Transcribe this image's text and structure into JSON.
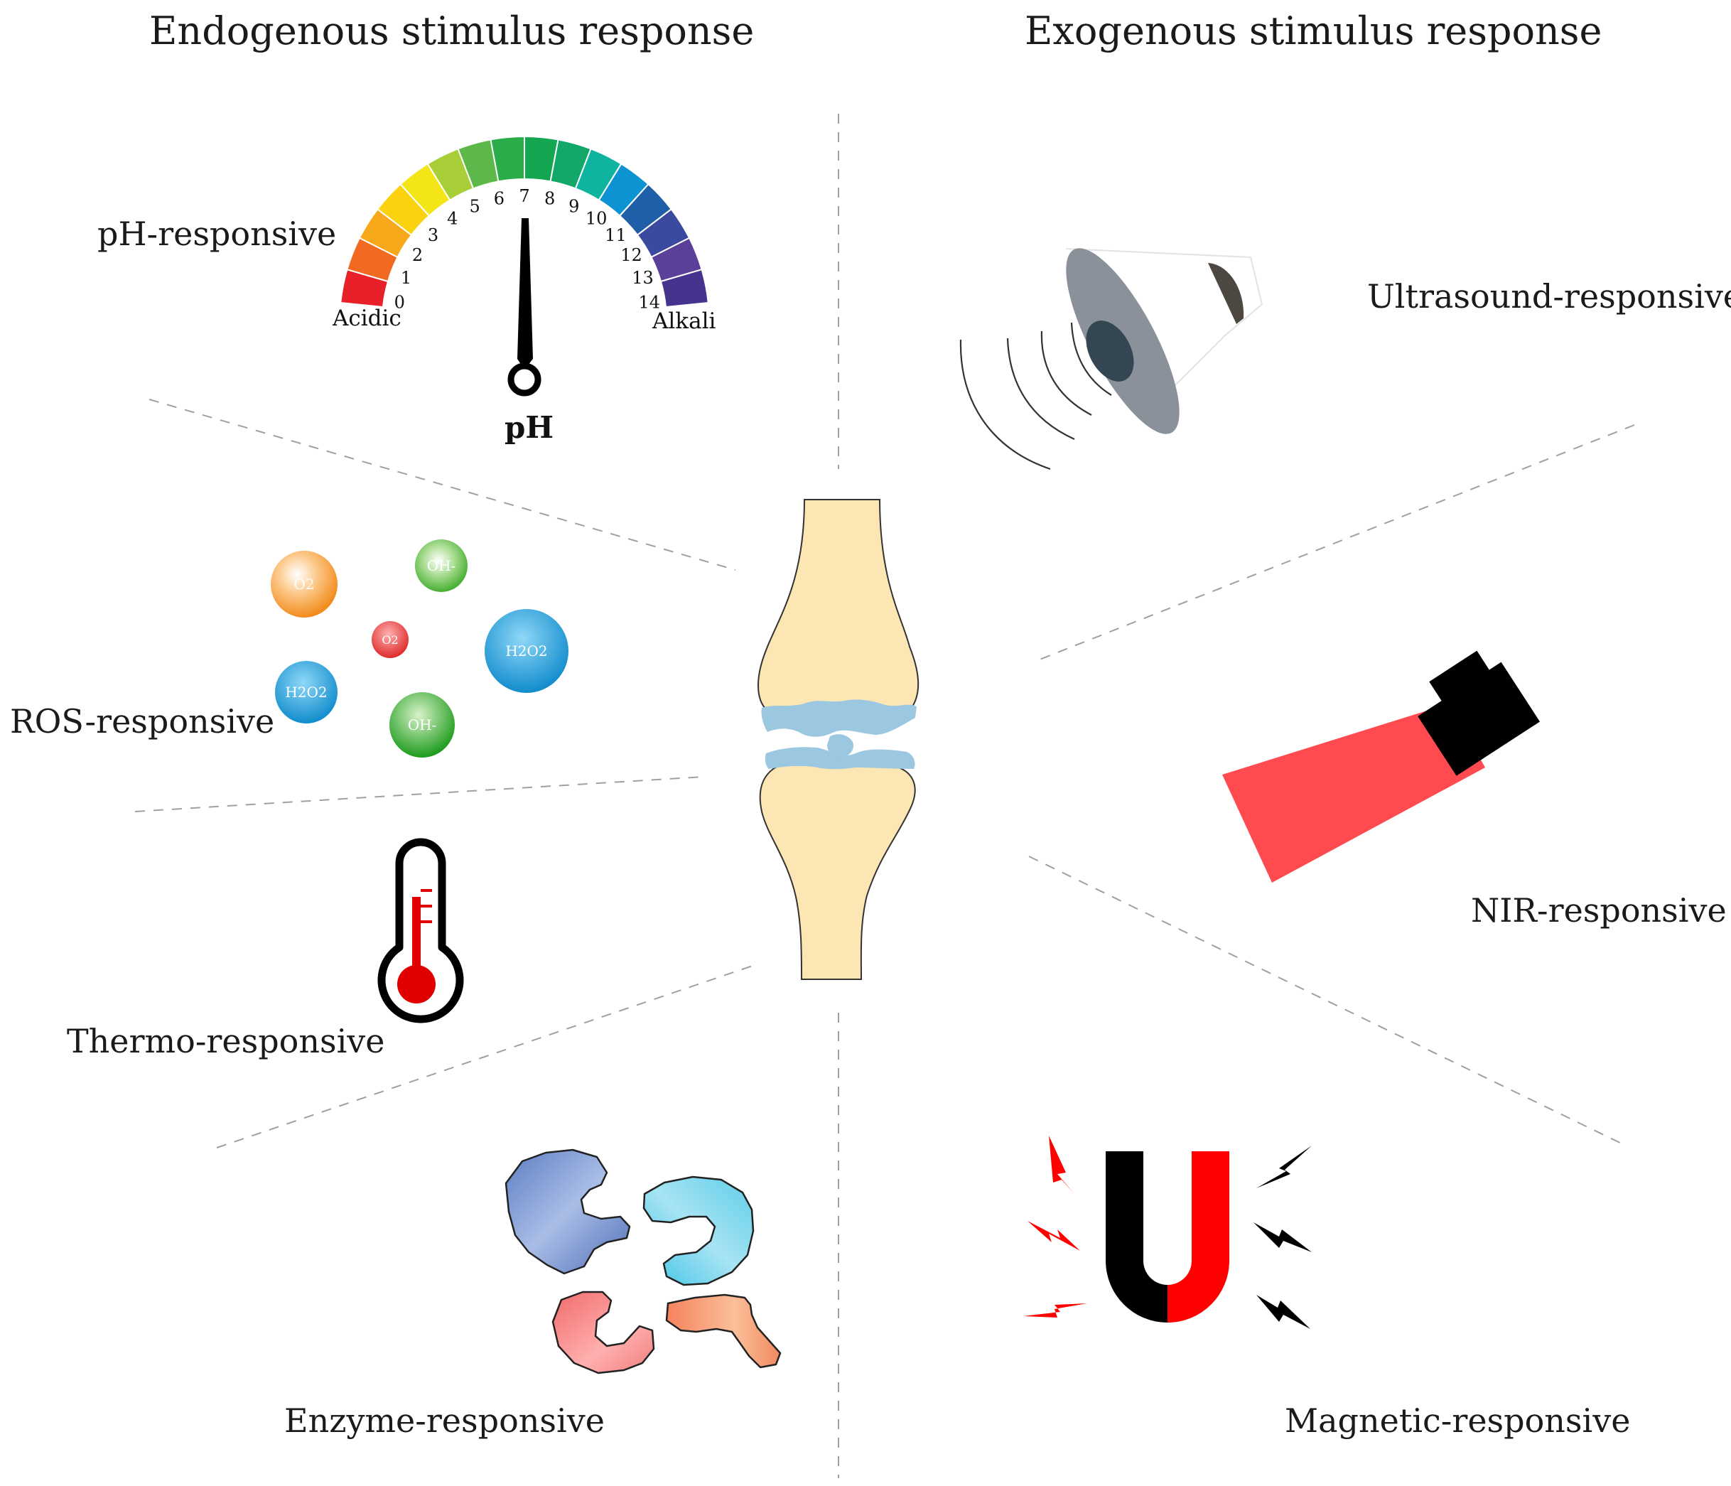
{
  "headers": {
    "endogenous": "Endogenous stimulus response",
    "exogenous": "Exogenous stimulus response"
  },
  "categories": {
    "ph": "pH-responsive",
    "ros": "ROS-responsive",
    "thermo": "Thermo-responsive",
    "enzyme": "Enzyme-responsive",
    "ultrasound": "Ultrasound-responsive",
    "nir": "NIR-responsive",
    "magnetic": "Magnetic-responsive"
  },
  "ph_gauge": {
    "ticks": [
      "0",
      "1",
      "2",
      "3",
      "4",
      "5",
      "6",
      "7",
      "8",
      "9",
      "10",
      "11",
      "12",
      "13",
      "14"
    ],
    "left_label": "Acidic",
    "right_label": "Alkali",
    "center_label": "pH",
    "needle_value": 7,
    "segment_colors": [
      "#e8202a",
      "#f26a21",
      "#f7a81b",
      "#fad20f",
      "#f4e516",
      "#a9cf38",
      "#5cb848",
      "#2aac48",
      "#14a651",
      "#12a869",
      "#0fb4a0",
      "#0d93d2",
      "#1f5fa8",
      "#3b4a9e",
      "#5b3f98",
      "#46338d"
    ]
  },
  "molecules": [
    {
      "label": "O2",
      "color": "#f7931e"
    },
    {
      "label": "OH-",
      "color": "#4caf3a"
    },
    {
      "label": "O2",
      "color": "#e53935"
    },
    {
      "label": "H2O2",
      "color": "#1a9fd8"
    },
    {
      "label": "H2O2",
      "color": "#1a9fd8"
    },
    {
      "label": "OH-",
      "color": "#22a12d"
    }
  ],
  "colors": {
    "bone": "#fce6b4",
    "cartilage": "#9cc7e0",
    "nir_beam": "#ff4a4f",
    "magnet_red": "#ff0000",
    "divider": "#a0a0a0"
  }
}
